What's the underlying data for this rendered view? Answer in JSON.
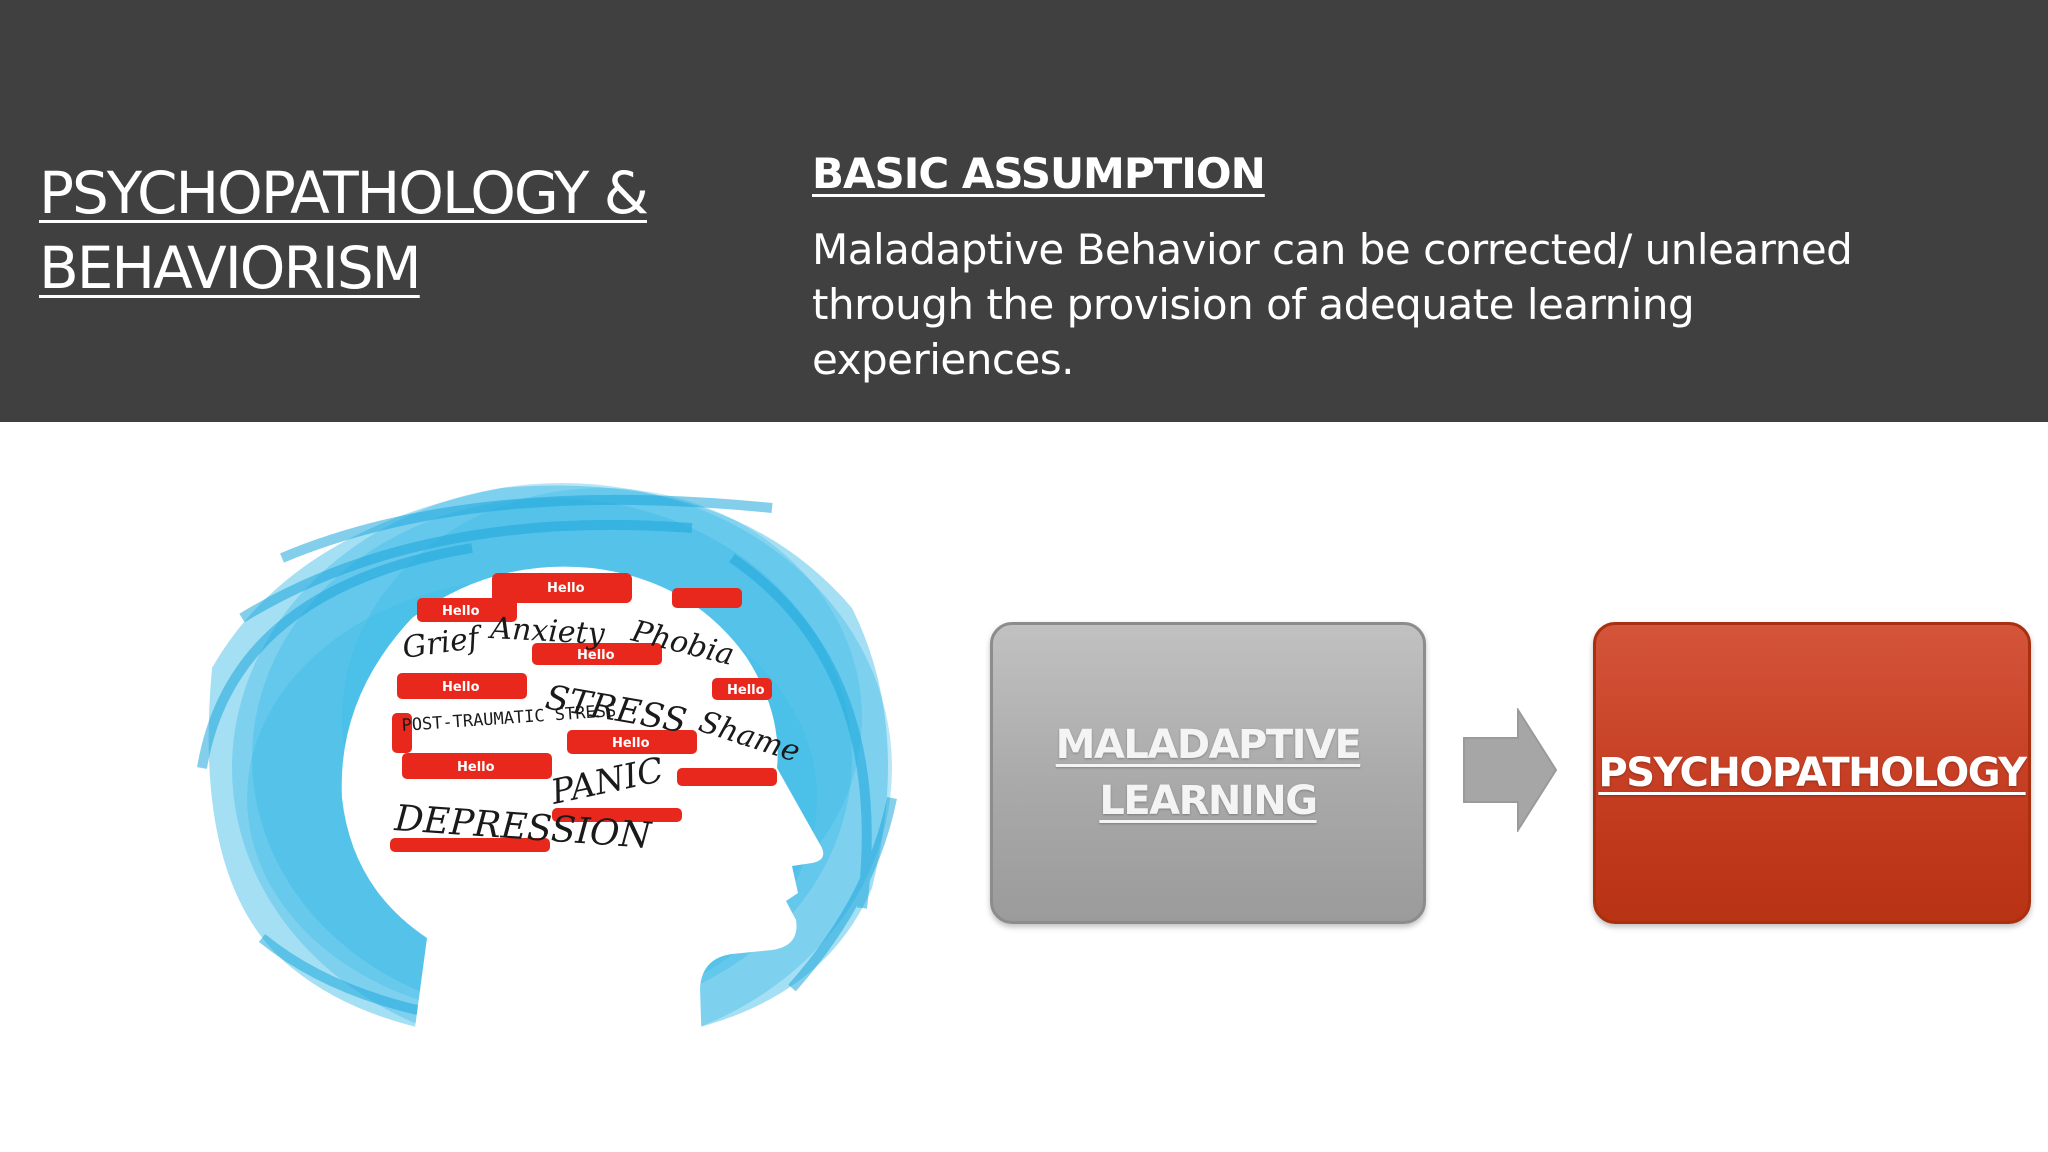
{
  "slide": {
    "title_lines": [
      "PSYCHOPATHOLOGY &",
      "BEHAVIORISM"
    ],
    "assumption_heading": "BASIC ASSUMPTION",
    "assumption_text": "Maladaptive Behavior can be corrected/ unlearned through the provision of adequate learning experiences."
  },
  "illustration": {
    "labels": [
      "Hello",
      "Anxiety",
      "Phobia",
      "Grief",
      "STRESS",
      "POST-TRAUMATIC STRESS",
      "Shame",
      "PANIC",
      "DEPRESSION"
    ]
  },
  "flow": {
    "from_label_lines": [
      "MALADAPTIVE",
      "LEARNING"
    ],
    "to_label": "PSYCHOPATHOLOGY"
  },
  "colors": {
    "header_bg": "#404040",
    "grey_box": "#a9a9a9",
    "red_box": "#c53d22",
    "arrow": "#a6a6a6",
    "splash_blue": "#35b8e6"
  }
}
